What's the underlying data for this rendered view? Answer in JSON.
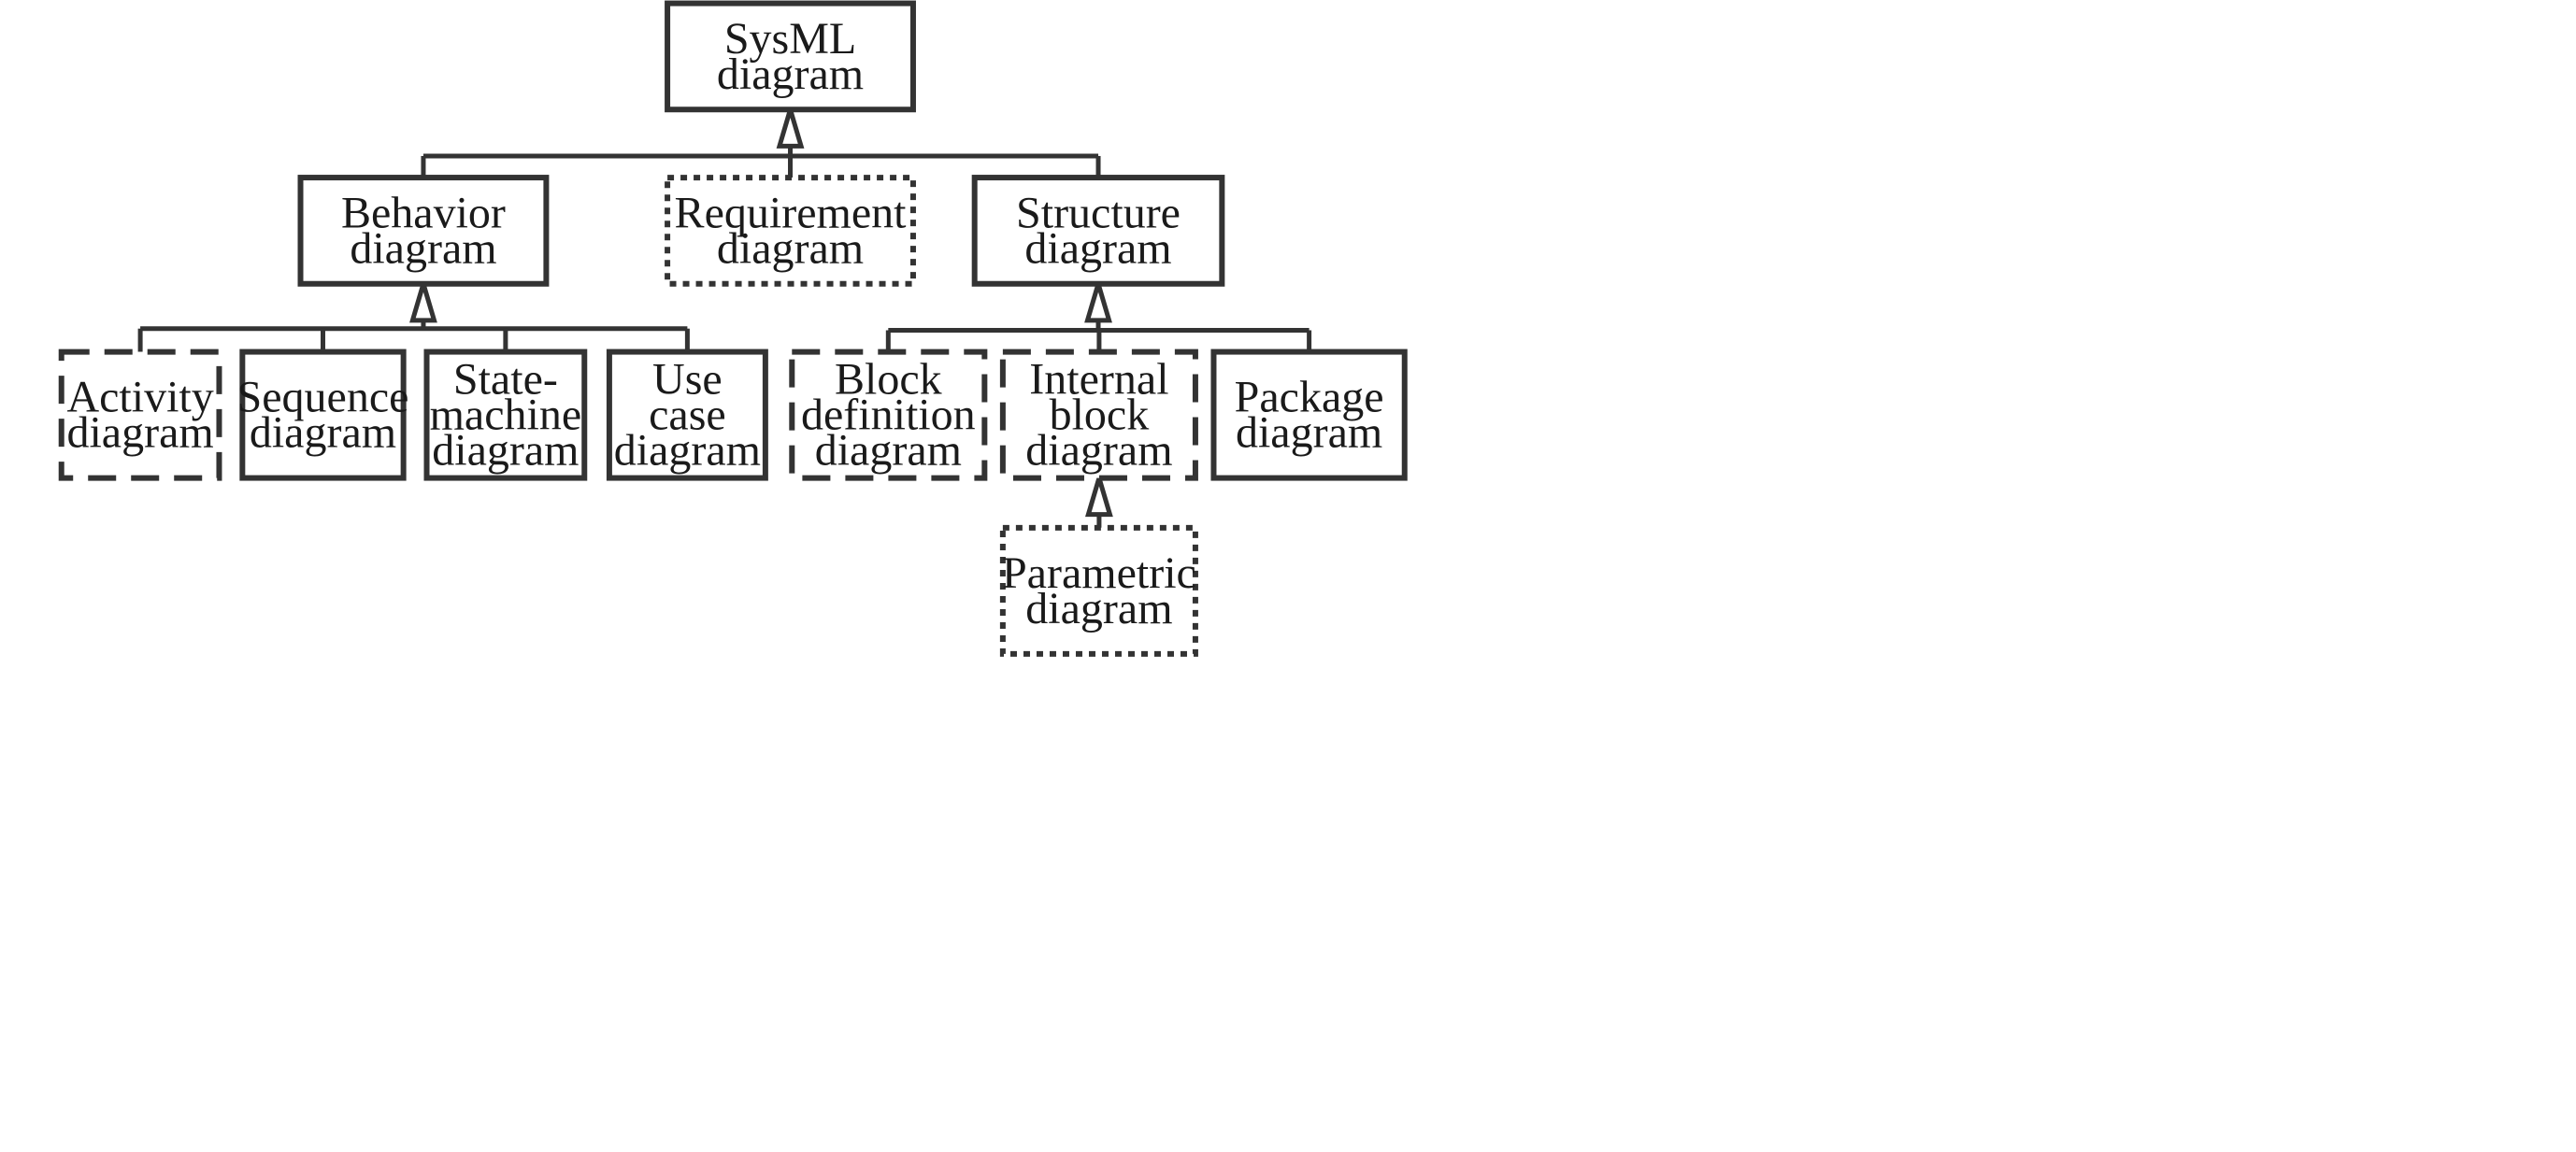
{
  "diagram": {
    "nodes": {
      "sysml": {
        "lines": [
          "SysML",
          "diagram"
        ],
        "style": "solid"
      },
      "behavior": {
        "lines": [
          "Behavior",
          "diagram"
        ],
        "style": "solid"
      },
      "requirement": {
        "lines": [
          "Requirement",
          "diagram"
        ],
        "style": "dotted"
      },
      "structure": {
        "lines": [
          "Structure",
          "diagram"
        ],
        "style": "solid"
      },
      "activity": {
        "lines": [
          "Activity",
          "diagram"
        ],
        "style": "dashed"
      },
      "sequence": {
        "lines": [
          "Sequence",
          "diagram"
        ],
        "style": "solid"
      },
      "state_machine": {
        "lines": [
          "State-",
          "machine",
          "diagram"
        ],
        "style": "solid"
      },
      "use_case": {
        "lines": [
          "Use",
          "case",
          "diagram"
        ],
        "style": "solid"
      },
      "block_definition": {
        "lines": [
          "Block",
          "definition",
          "diagram"
        ],
        "style": "dashed"
      },
      "internal_block": {
        "lines": [
          "Internal",
          "block",
          "diagram"
        ],
        "style": "dashed"
      },
      "package": {
        "lines": [
          "Package",
          "diagram"
        ],
        "style": "solid"
      },
      "parametric": {
        "lines": [
          "Parametric",
          "diagram"
        ],
        "style": "dotted"
      }
    },
    "edges": [
      {
        "from": "behavior",
        "to": "sysml"
      },
      {
        "from": "requirement",
        "to": "sysml"
      },
      {
        "from": "structure",
        "to": "sysml"
      },
      {
        "from": "activity",
        "to": "behavior"
      },
      {
        "from": "sequence",
        "to": "behavior"
      },
      {
        "from": "state_machine",
        "to": "behavior"
      },
      {
        "from": "use_case",
        "to": "behavior"
      },
      {
        "from": "block_definition",
        "to": "structure"
      },
      {
        "from": "internal_block",
        "to": "structure"
      },
      {
        "from": "package",
        "to": "structure"
      },
      {
        "from": "parametric",
        "to": "internal_block"
      }
    ]
  }
}
